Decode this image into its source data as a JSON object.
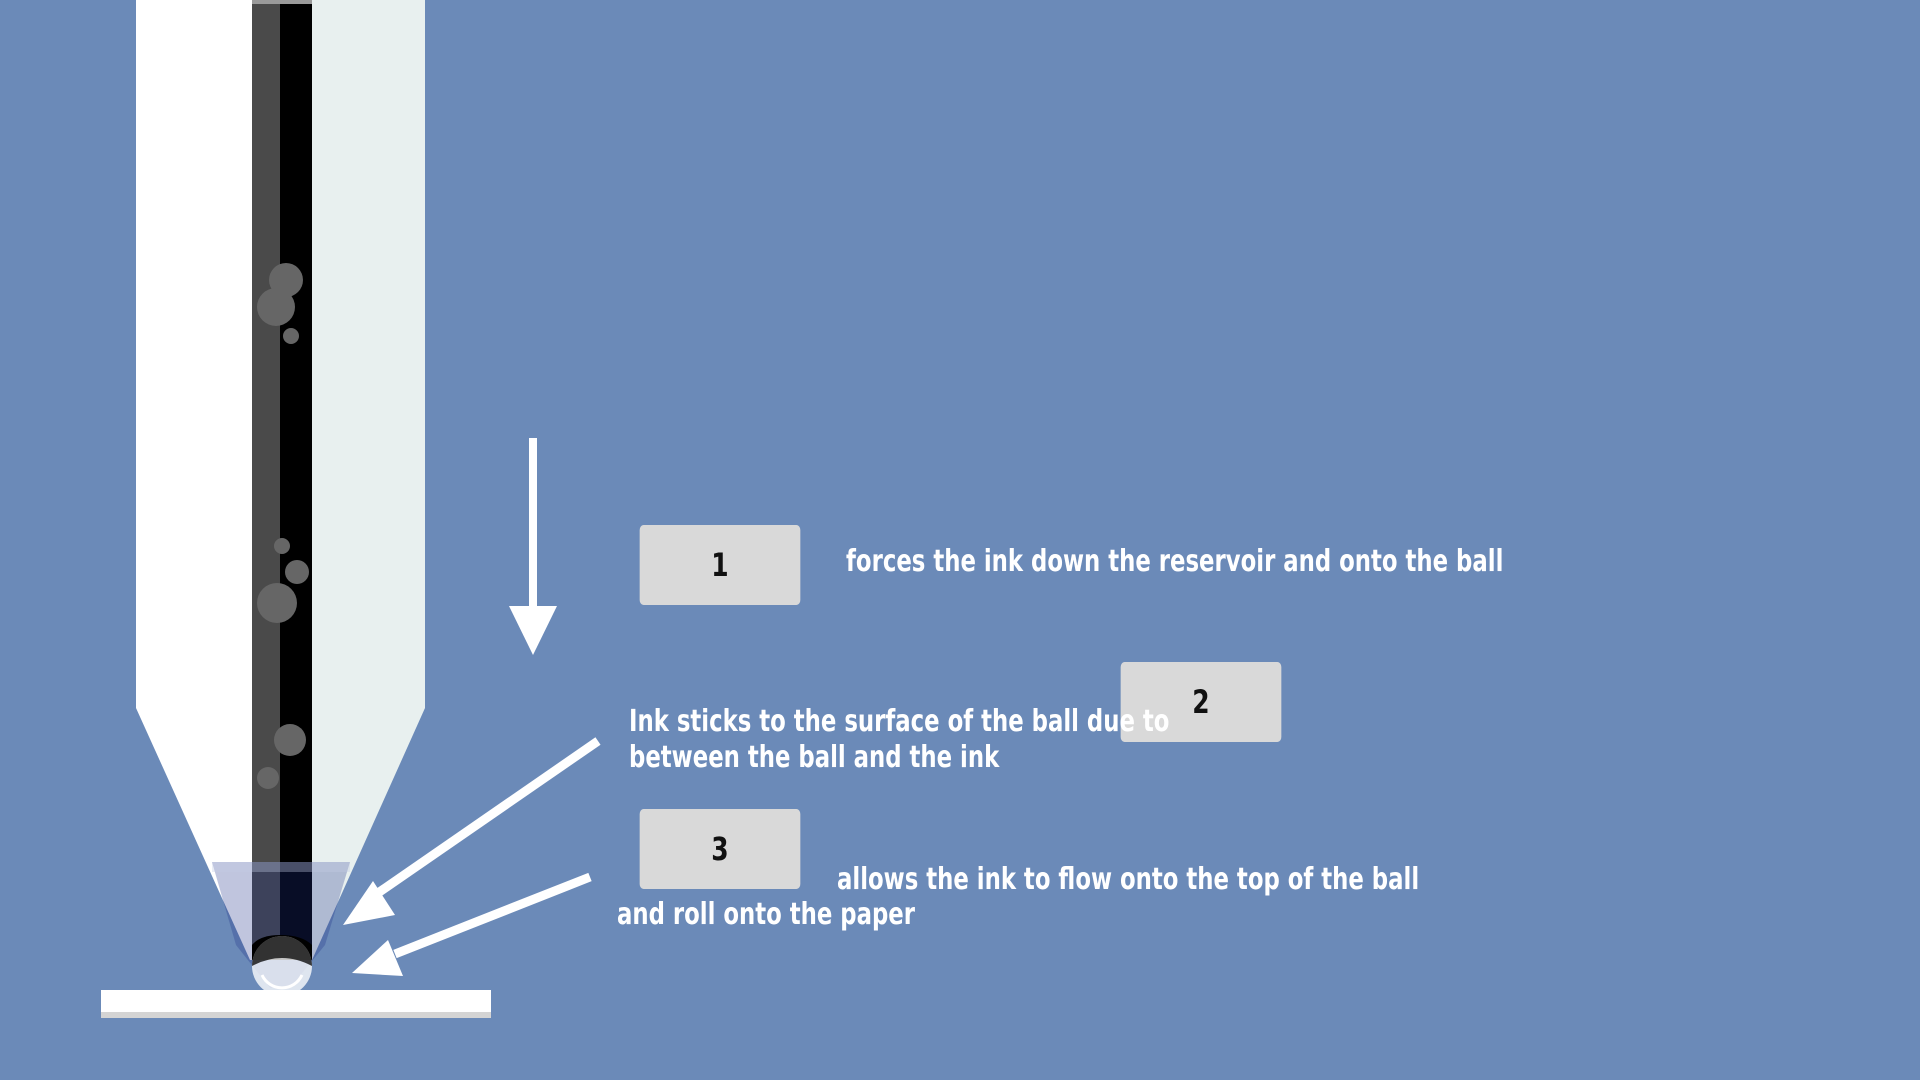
{
  "colors": {
    "background": "#6b8ab8",
    "pen_left": "#ffffff",
    "pen_right": "#e8f0ef",
    "reservoir_left": "#4a4a4a",
    "reservoir_right": "#000000",
    "bubble": "#666666",
    "tip_overlay": "#c4cbe6",
    "box_fill": "#d9d9d9",
    "text": "#ffffff"
  },
  "icons": {
    "down_arrow": "arrow-down-icon",
    "pointer_arrow_2": "arrow-pointer-icon",
    "pointer_arrow_3": "arrow-pointer-icon"
  },
  "boxes": {
    "box1": "1",
    "box2": "2",
    "box3": "3"
  },
  "captions": {
    "gravity": "forces the ink down the reservoir and onto the ball",
    "adhesion_line1": "Ink sticks to the surface of the ball due to",
    "adhesion_line2": "between the ball and the ink",
    "rotation_line1": "allows the ink to flow onto the top of the ball",
    "rotation_line2": "and roll onto the paper"
  }
}
